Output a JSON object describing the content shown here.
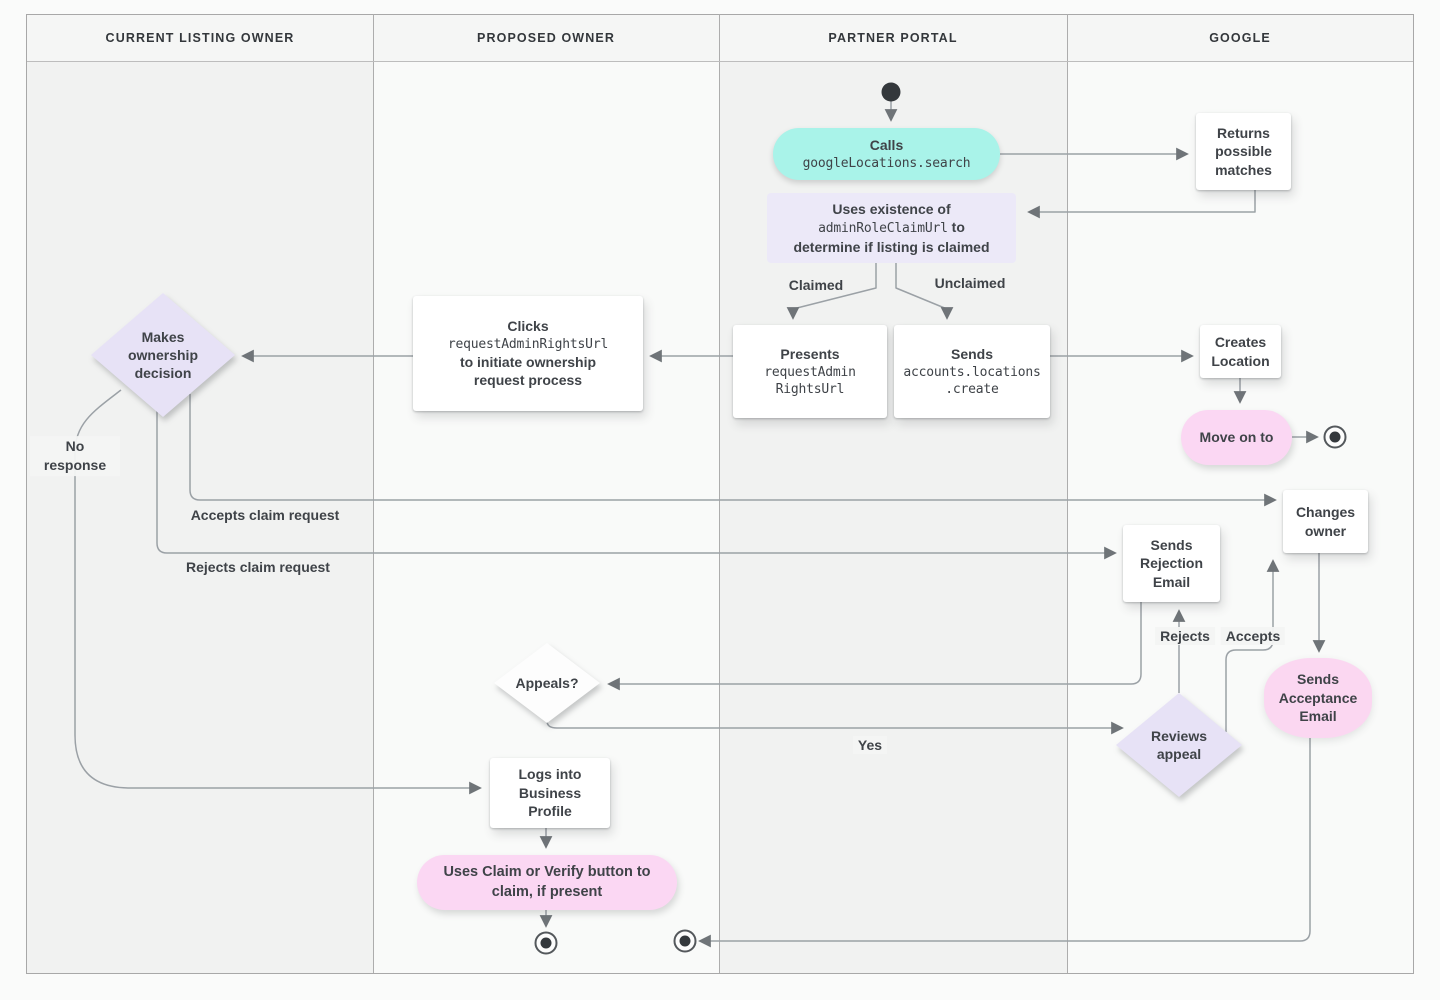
{
  "lanes": [
    {
      "label": "CURRENT LISTING OWNER"
    },
    {
      "label": "PROPOSED OWNER"
    },
    {
      "label": "PARTNER PORTAL"
    },
    {
      "label": "GOOGLE"
    }
  ],
  "nodes": {
    "calls": {
      "title": "Calls",
      "code": "googleLocations.search"
    },
    "returns_matches": {
      "text": "Returns possible matches"
    },
    "uses_existence": {
      "line1": "Uses existence of",
      "code": "adminRoleClaimUrl",
      "line2_suffix": " to",
      "line3": "determine if listing is claimed"
    },
    "presents": {
      "title": "Presents",
      "code_line1": "requestAdmin",
      "code_line2": "RightsUrl"
    },
    "sends_create": {
      "title": "Sends",
      "code_line1": "accounts.locations",
      "code_line2": ".create"
    },
    "creates_location": {
      "text": "Creates Location"
    },
    "move_on": {
      "text": "Move on to"
    },
    "clicks": {
      "title": "Clicks",
      "code": "requestAdminRightsUrl",
      "rest": "to initiate ownership request process"
    },
    "makes_decision": {
      "text": "Makes ownership decision"
    },
    "changes_owner": {
      "text": "Changes owner"
    },
    "sends_rejection": {
      "text": "Sends Rejection Email"
    },
    "sends_acceptance": {
      "text": "Sends Acceptance Email"
    },
    "appeals": {
      "text": "Appeals?"
    },
    "reviews_appeal": {
      "text": "Reviews appeal"
    },
    "logs_into": {
      "text": "Logs into Business Profile"
    },
    "uses_claim": {
      "text": "Uses Claim or Verify button to claim, if present"
    }
  },
  "edge_labels": {
    "claimed": "Claimed",
    "unclaimed": "Unclaimed",
    "no_response": "No response",
    "accepts_claim": "Accepts claim request",
    "rejects_claim": "Rejects claim request",
    "rejects": "Rejects",
    "accepts": "Accepts",
    "yes": "Yes"
  },
  "colors": {
    "teal_node": "#a9f3e9",
    "lavender_box": "#ece9f8",
    "lavender_diamond": "#e7e2f6",
    "pink_node": "#fbd7f3",
    "white_node": "#ffffff",
    "line": "#9ba1a6",
    "arrowhead": "#6f7478",
    "text": "#3f4348",
    "lane_gray": "#f1f2f1",
    "lane_light": "#f9faf9",
    "header_bg": "#f5f6f5",
    "border": "#a8a8a8"
  }
}
